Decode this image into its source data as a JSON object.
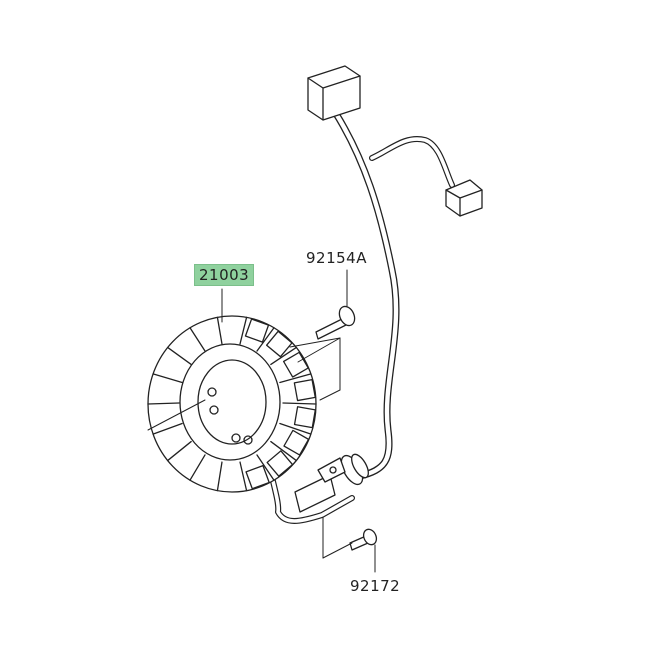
{
  "parts": [
    {
      "number": "21003",
      "highlighted": true
    },
    {
      "number": "92154A",
      "highlighted": false
    },
    {
      "number": "92172",
      "highlighted": false
    }
  ],
  "colors": {
    "highlight": "#8fd19e",
    "line": "#222222"
  }
}
